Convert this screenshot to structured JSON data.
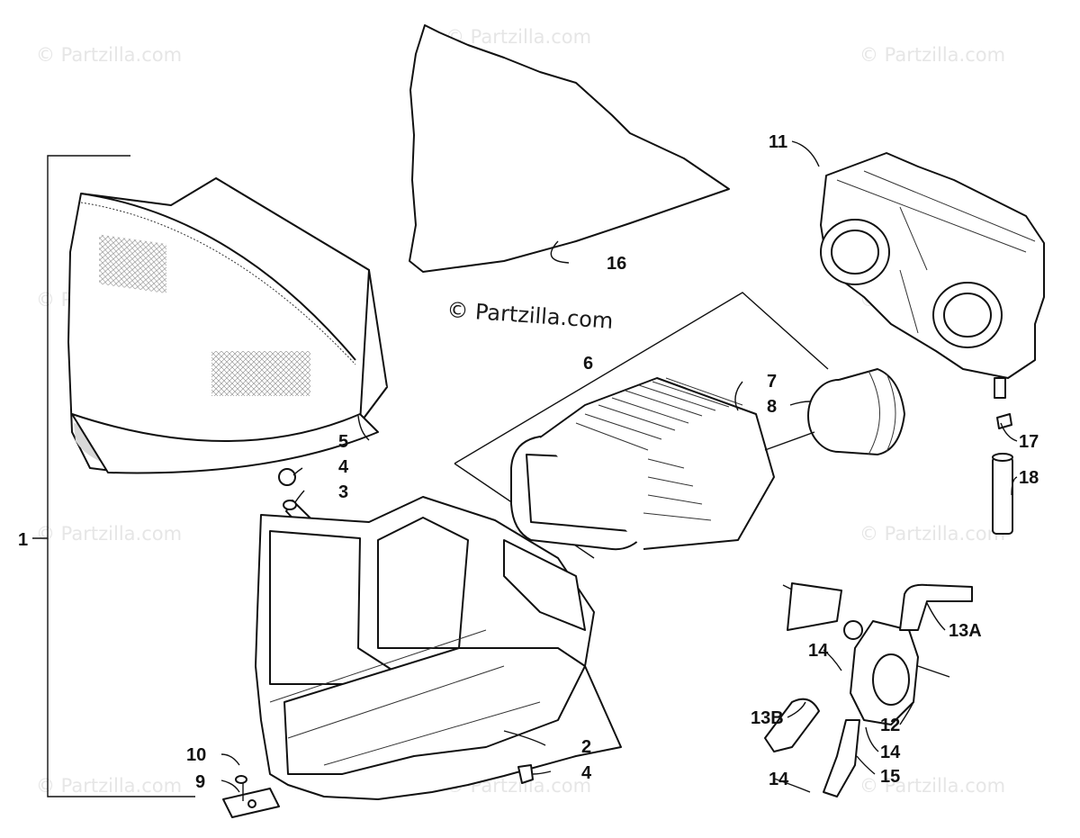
{
  "watermark": {
    "repeat_text": "© Partzilla.com",
    "center_text": "© Partzilla.com"
  },
  "callouts": {
    "c1": "1",
    "c2": "2",
    "c3": "3",
    "c4a": "4",
    "c4b": "4",
    "c5": "5",
    "c6": "6",
    "c7": "7",
    "c8": "8",
    "c9": "9",
    "c10": "10",
    "c11": "11",
    "c12": "12",
    "c13a": "13A",
    "c13b": "13B",
    "c14a": "14",
    "c14b": "14",
    "c14c": "14",
    "c15": "15",
    "c16": "16",
    "c17": "17",
    "c18": "18"
  },
  "icons": [
    "air-filter-cover-icon",
    "filter-element-icon",
    "airbox-icon",
    "intake-boot-icon",
    "carburetor-icon",
    "fuel-pump-icon",
    "hose-icon"
  ]
}
